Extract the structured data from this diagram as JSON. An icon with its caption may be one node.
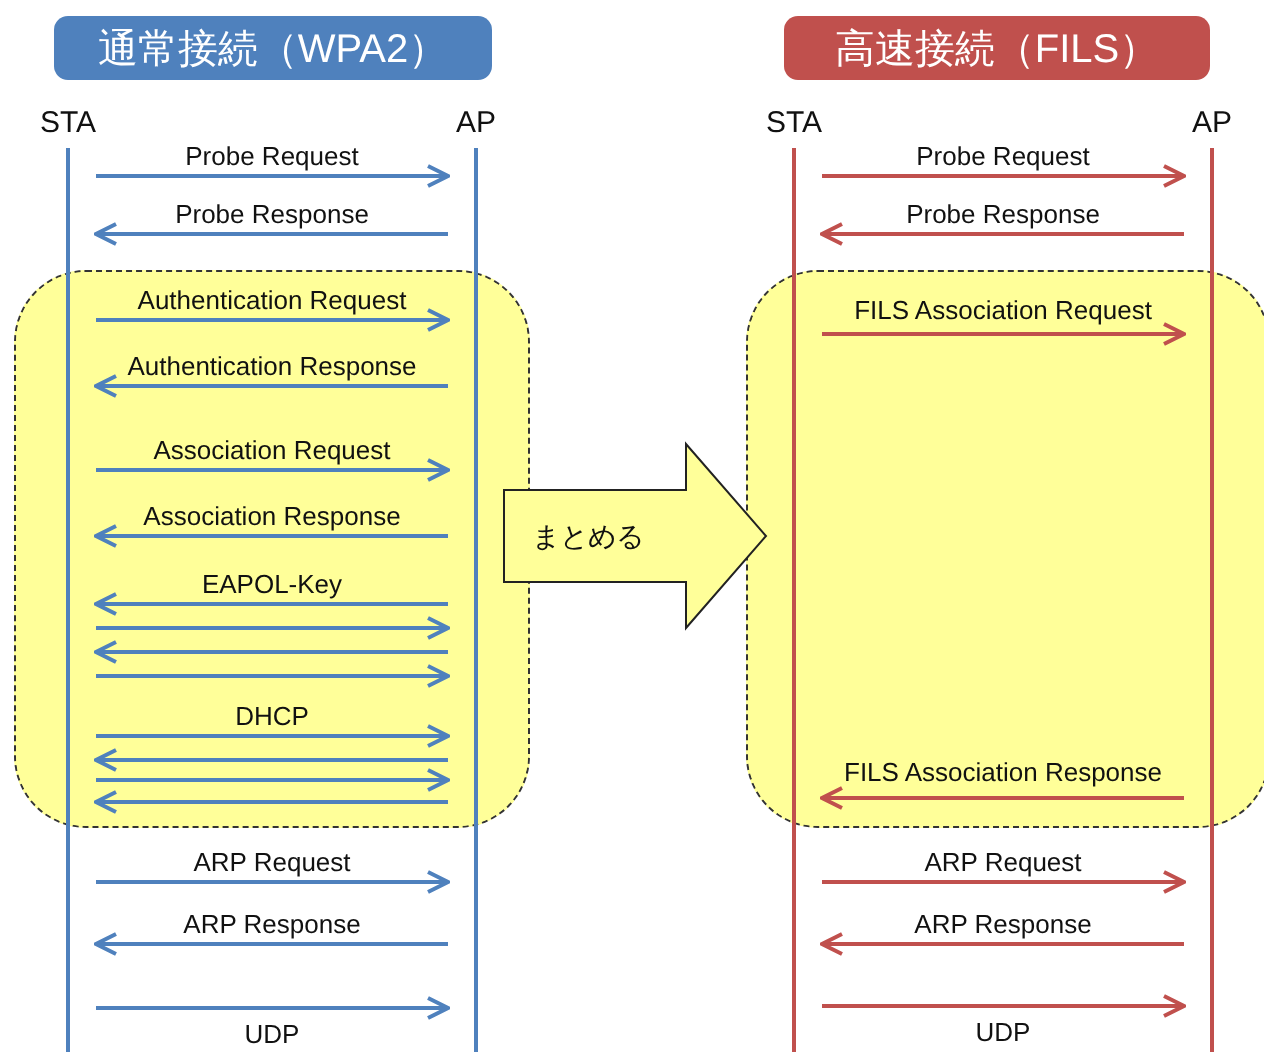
{
  "diagram": {
    "nodes": [
      {
        "text": [
          "通常接続（WPA2）"
        ]
      },
      {
        "text": [
          "STA"
        ]
      },
      {
        "text": [
          "AP"
        ]
      },
      {
        "text": [
          "高速接続（FILS）"
        ]
      },
      {
        "text": [
          "STA"
        ]
      },
      {
        "text": [
          "AP"
        ]
      }
    ],
    "edges": [
      {
        "from": 1,
        "to": 2,
        "arrow": "to",
        "label": "Probe Request"
      },
      {
        "from": 2,
        "to": 1,
        "arrow": "to",
        "label": "Probe Response"
      },
      {
        "from": 1,
        "to": 2,
        "arrow": "to",
        "label": "Authentication Request"
      },
      {
        "from": 2,
        "to": 1,
        "arrow": "to",
        "label": "Authentication Response"
      },
      {
        "from": 1,
        "to": 2,
        "arrow": "to",
        "label": "Association Request"
      },
      {
        "from": 2,
        "to": 1,
        "arrow": "to",
        "label": "Association Response"
      },
      {
        "from": 2,
        "to": 1,
        "arrow": "to",
        "label": "EAPOL-Key"
      },
      {
        "from": 1,
        "to": 2,
        "arrow": "to"
      },
      {
        "from": 2,
        "to": 1,
        "arrow": "to"
      },
      {
        "from": 1,
        "to": 2,
        "arrow": "to"
      },
      {
        "from": 1,
        "to": 2,
        "arrow": "to",
        "label": "DHCP"
      },
      {
        "from": 2,
        "to": 1,
        "arrow": "to"
      },
      {
        "from": 1,
        "to": 2,
        "arrow": "to"
      },
      {
        "from": 2,
        "to": 1,
        "arrow": "to"
      },
      {
        "from": 1,
        "to": 2,
        "arrow": "to",
        "label": "ARP Request"
      },
      {
        "from": 2,
        "to": 1,
        "arrow": "to",
        "label": "ARP Response"
      },
      {
        "from": 1,
        "to": 2,
        "arrow": "to",
        "label": "UDP"
      },
      {
        "from": 4,
        "to": 5,
        "arrow": "to",
        "label": "Probe Request",
        "color": "#c0504d"
      },
      {
        "from": 5,
        "to": 4,
        "arrow": "to",
        "label": "Probe Response",
        "color": "#c0504d"
      },
      {
        "from": 4,
        "to": 5,
        "arrow": "to",
        "label": "FILS Association Request",
        "color": "#c0504d"
      },
      {
        "from": 5,
        "to": 4,
        "arrow": "to",
        "label": "FILS Association Response",
        "color": "#c0504d"
      },
      {
        "from": 4,
        "to": 5,
        "arrow": "to",
        "label": "ARP Request",
        "color": "#c0504d"
      },
      {
        "from": 5,
        "to": 4,
        "arrow": "to",
        "label": "ARP Response",
        "color": "#c0504d"
      },
      {
        "from": 4,
        "to": 5,
        "arrow": "to",
        "label": "UDP",
        "color": "#c0504d"
      },
      {
        "from": 2,
        "to": 4,
        "arrow": "to",
        "label": "まとめる",
        "style": "thick",
        "color": "#222222"
      }
    ]
  }
}
